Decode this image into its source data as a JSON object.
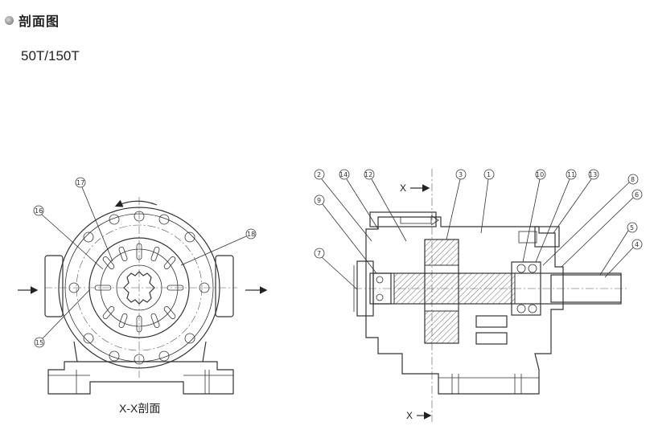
{
  "heading": {
    "title": "剖面图",
    "bullet_color": "#8c8c8c"
  },
  "model": "50T/150T",
  "left_view": {
    "caption": "X-X剖面"
  },
  "right_view": {
    "section_marker_top": "X",
    "section_marker_bottom": "X"
  },
  "callouts_left": [
    "17",
    "16",
    "18",
    "15"
  ],
  "callouts_right": [
    "2",
    "14",
    "12",
    "3",
    "1",
    "10",
    "11",
    "13",
    "8",
    "6",
    "9",
    "7",
    "5",
    "4"
  ]
}
